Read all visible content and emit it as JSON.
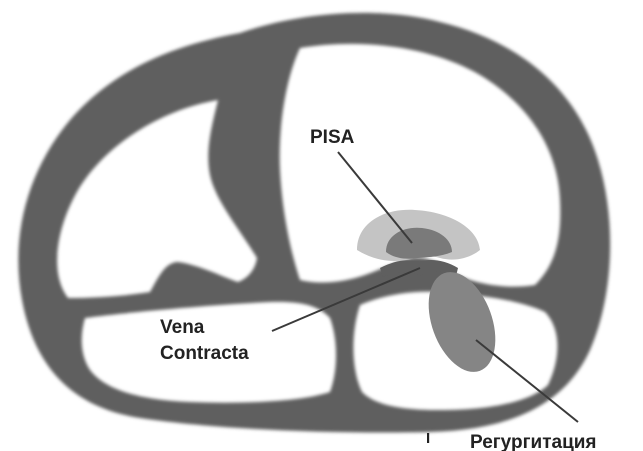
{
  "diagram": {
    "labels": {
      "pisa": "PISA",
      "vena_line1": "Vena",
      "vena_line2": "Contracta",
      "regurgitation": "Регургитация",
      "tick_mark": "I"
    },
    "colors": {
      "wall": "#5f5f5f",
      "chamber": "#ffffff",
      "pisa_outer": "#c4c4c4",
      "pisa_inner": "#7a7a7a",
      "jet": "#858585",
      "leader": "#3a3a3a",
      "text": "#222222"
    }
  }
}
